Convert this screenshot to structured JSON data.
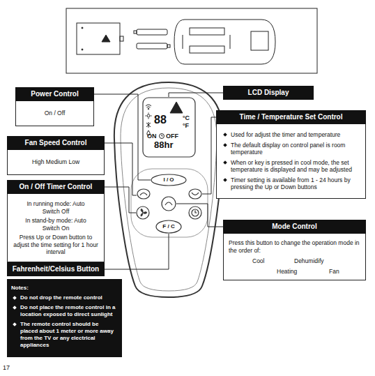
{
  "diagram": {
    "nodes": [
      {
        "text": [
          "Power Control",
          "On / Off"
        ]
      },
      {
        "text": [
          "LCD Display"
        ]
      },
      {
        "text": [
          "Fan Speed Control",
          "High Medium Low"
        ]
      },
      {
        "text": [
          "Time / Temperature Set Control",
          "Used for adjust the timer and temperature",
          "The default display on control panel is room temperature",
          "When or key is pressed in cool mode, the set temperature is displayed and may be adjusted",
          "Timer setting is available from 1 - 24 hours by pressing the Up or Down buttons"
        ]
      },
      {
        "text": [
          "On / Off Timer Control",
          "In running mode: Auto Switch Off",
          "In stand-by mode: Auto Switch On",
          "Press Up or Down button to adjust the time setting for 1 hour interval"
        ]
      },
      {
        "text": [
          "Fahrenheit/Celsius Button"
        ]
      },
      {
        "text": [
          "Mode Control",
          "Press this button to change the operation mode in the order of:"
        ]
      },
      {
        "text": [
          "Cool"
        ],
        "in": 6
      },
      {
        "text": [
          "Dehumidify"
        ],
        "in": 6
      },
      {
        "text": [
          "Fan"
        ],
        "in": 6
      },
      {
        "text": [
          "Heating"
        ],
        "in": 6
      },
      {
        "text": [
          "Notes:",
          "Do not drop the remote control",
          "Do not place the remote control in a location exposed to direct sunlight",
          "The remote control should be placed about 1 meter or more away from the TV or any electrical appliances"
        ]
      }
    ],
    "edges": [
      {
        "from": 7,
        "to": 8,
        "arrow": "to"
      },
      {
        "from": 8,
        "to": 9,
        "arrow": "to"
      },
      {
        "from": 9,
        "to": 10,
        "arrow": "to"
      },
      {
        "from": 10,
        "to": 7,
        "arrow": "to"
      }
    ],
    "labels": [
      "88",
      "°C",
      "°F",
      "ON",
      "OFF",
      "88hr",
      "I / O",
      "F / C",
      "17"
    ]
  }
}
